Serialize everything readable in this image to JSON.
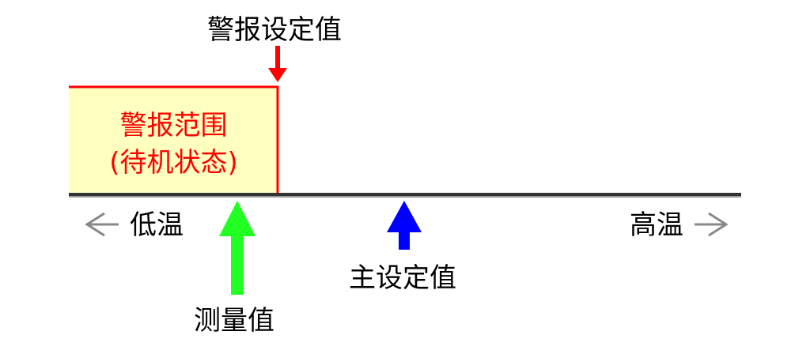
{
  "labels": {
    "alarm_setpoint": "警报设定值",
    "alarm_range": "警报范围",
    "alarm_state": "(待机状态)",
    "low_temp": "低温",
    "high_temp": "高温",
    "main_setpoint": "主设定值",
    "measured_value": "测量值"
  },
  "colors": {
    "alarm_red": "#ff0000",
    "alarm_fill": "#ffffc0",
    "measured_green": "#22ff22",
    "main_blue": "#0000ff",
    "axis_dark": "#333333",
    "axis_gray": "#999999",
    "direction_arrow": "#888888",
    "text": "#000000"
  },
  "icons": {
    "low_direction": "arrow-left-icon",
    "high_direction": "arrow-right-icon",
    "alarm_setpoint_marker": "arrow-down-icon",
    "measured_marker": "arrow-up-icon",
    "main_setpoint_marker": "arrow-up-icon"
  }
}
